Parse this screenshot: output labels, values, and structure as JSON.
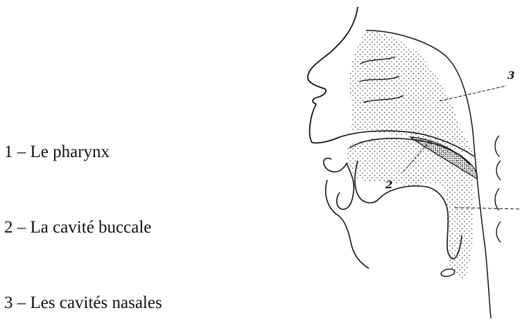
{
  "legend": {
    "items": [
      {
        "number": "1",
        "label": "1 – Le pharynx"
      },
      {
        "number": "2",
        "label": "2 – La cavité buccale"
      },
      {
        "number": "3",
        "label": "3 – Les cavités nasales"
      }
    ]
  },
  "diagram": {
    "callouts": {
      "2": "2",
      "3": "3"
    }
  }
}
